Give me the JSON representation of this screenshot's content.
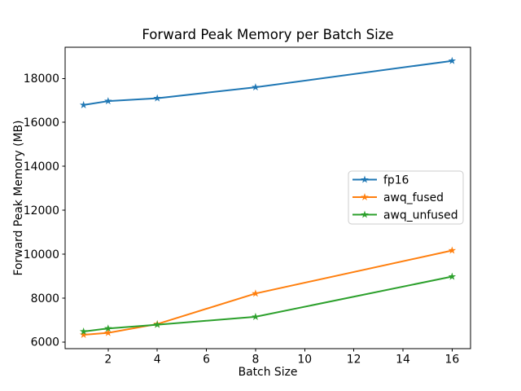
{
  "figure": {
    "background": "#ffffff"
  },
  "chart_data": {
    "type": "line",
    "title": "Forward Peak Memory per Batch Size",
    "xlabel": "Batch Size",
    "ylabel": "Forward Peak Memory (MB)",
    "x": [
      1,
      2,
      4,
      8,
      16
    ],
    "series": [
      {
        "name": "fp16",
        "color": "#1f77b4",
        "marker": "star",
        "values": [
          16790,
          16970,
          17100,
          17600,
          18800
        ]
      },
      {
        "name": "awq_fused",
        "color": "#ff7f0e",
        "marker": "star",
        "values": [
          6330,
          6420,
          6820,
          8210,
          10170
        ]
      },
      {
        "name": "awq_unfused",
        "color": "#2ca02c",
        "marker": "star",
        "values": [
          6480,
          6620,
          6790,
          7150,
          8980
        ]
      }
    ],
    "xticks": [
      2,
      4,
      6,
      8,
      10,
      12,
      14,
      16
    ],
    "yticks": [
      6000,
      8000,
      10000,
      12000,
      14000,
      16000,
      18000
    ],
    "xlim": [
      0.25,
      16.75
    ],
    "ylim": [
      5700,
      19420
    ],
    "grid": false,
    "legend": {
      "position": "center-right",
      "border_color": "#cccccc",
      "background": "#ffffff"
    },
    "axis_color": "#000000"
  }
}
